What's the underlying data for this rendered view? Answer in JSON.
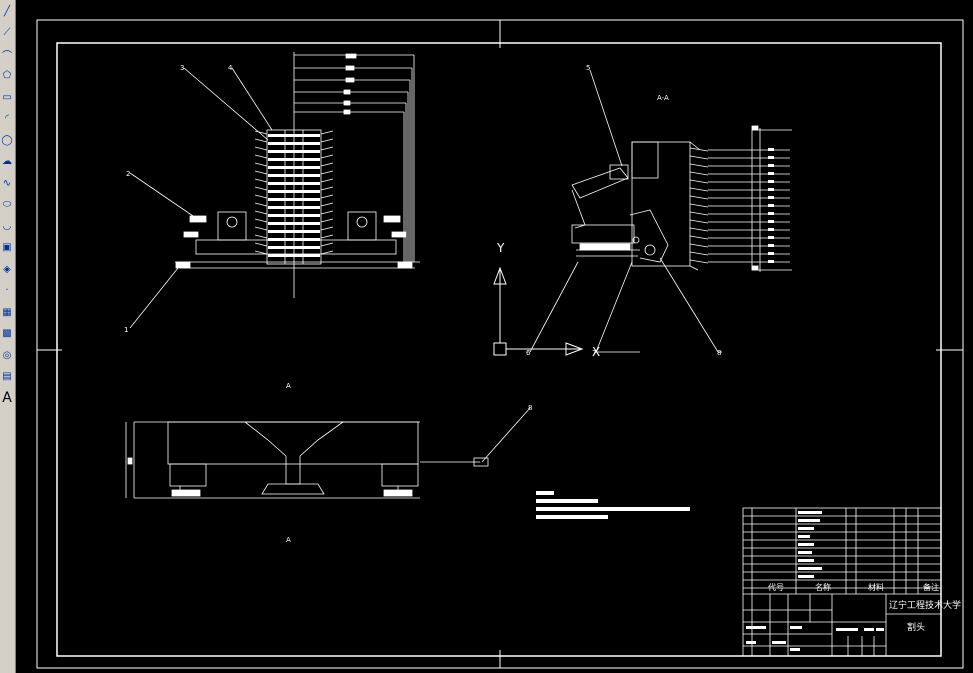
{
  "toolbar": {
    "tools": [
      {
        "name": "line-tool-icon"
      },
      {
        "name": "construction-line-tool-icon"
      },
      {
        "name": "polyline-tool-icon"
      },
      {
        "name": "polygon-tool-icon"
      },
      {
        "name": "rectangle-tool-icon"
      },
      {
        "name": "arc-tool-icon"
      },
      {
        "name": "circle-tool-icon"
      },
      {
        "name": "revision-cloud-tool-icon"
      },
      {
        "name": "spline-tool-icon"
      },
      {
        "name": "ellipse-tool-icon"
      },
      {
        "name": "ellipse-arc-tool-icon"
      },
      {
        "name": "insert-block-tool-icon"
      },
      {
        "name": "make-block-tool-icon"
      },
      {
        "name": "point-tool-icon"
      },
      {
        "name": "hatch-tool-icon"
      },
      {
        "name": "gradient-tool-icon"
      },
      {
        "name": "region-tool-icon"
      },
      {
        "name": "table-tool-icon"
      },
      {
        "name": "multiline-text-tool-icon",
        "label": "A"
      }
    ]
  },
  "drawing": {
    "view_label_top": "A-A",
    "view_label_front": "A",
    "view_label_bottom": "A",
    "ucs_y_label": "Y",
    "ucs_x_label": "X",
    "balloons": [
      "1",
      "2",
      "3",
      "4",
      "5",
      "6",
      "7",
      "8"
    ],
    "title_block": {
      "university": "辽宁工程技术大学",
      "drawing_name": "割头",
      "header_code": "代号",
      "header_name": "名称",
      "header_material": "材料",
      "header_note": "备注"
    }
  },
  "colors": {
    "background": "#000000",
    "lines": "#ffffff",
    "toolbar_bg": "#d4d0c8",
    "toolbar_icon": "#003399"
  }
}
